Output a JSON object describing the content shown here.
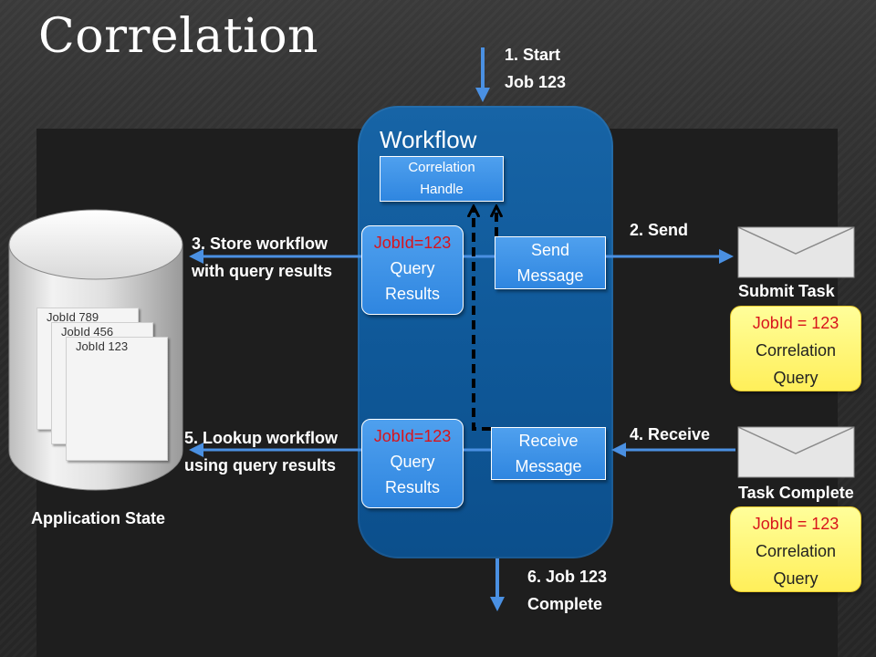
{
  "title": "Correlation",
  "workflow": {
    "title": "Workflow",
    "correlation_handle": [
      "Correlation",
      "Handle"
    ],
    "send_message": [
      "Send",
      "Message"
    ],
    "receive_message": [
      "Receive",
      "Message"
    ],
    "query_results_top": {
      "jobid": "JobId=123",
      "lines": [
        "Query",
        "Results"
      ]
    },
    "query_results_bottom": {
      "jobid": "JobId=123",
      "lines": [
        "Query",
        "Results"
      ]
    }
  },
  "steps": {
    "start": [
      "1. Start",
      "Job 123"
    ],
    "send": "2. Send",
    "store": [
      "3. Store workflow",
      "with query results"
    ],
    "receive": "4. Receive",
    "lookup": [
      "5. Lookup workflow",
      "using query results"
    ],
    "complete": [
      "6. Job 123",
      "Complete"
    ]
  },
  "submit_task": {
    "label": "Submit Task",
    "jobid": "JobId = 123",
    "lines": [
      "Correlation",
      "Query"
    ]
  },
  "task_complete": {
    "label": "Task Complete",
    "jobid": "JobId = 123",
    "lines": [
      "Correlation",
      "Query"
    ]
  },
  "app_state": {
    "label": "Application State",
    "docs": [
      "JobId 789",
      "JobId 456",
      "JobId 123"
    ]
  },
  "colors": {
    "arrow": "#4a90e2",
    "workflow_fill": "#0f5898",
    "box_blue": "#3b8fe6",
    "note_yellow": "#fff36a",
    "highlight_red": "#d8141c"
  }
}
